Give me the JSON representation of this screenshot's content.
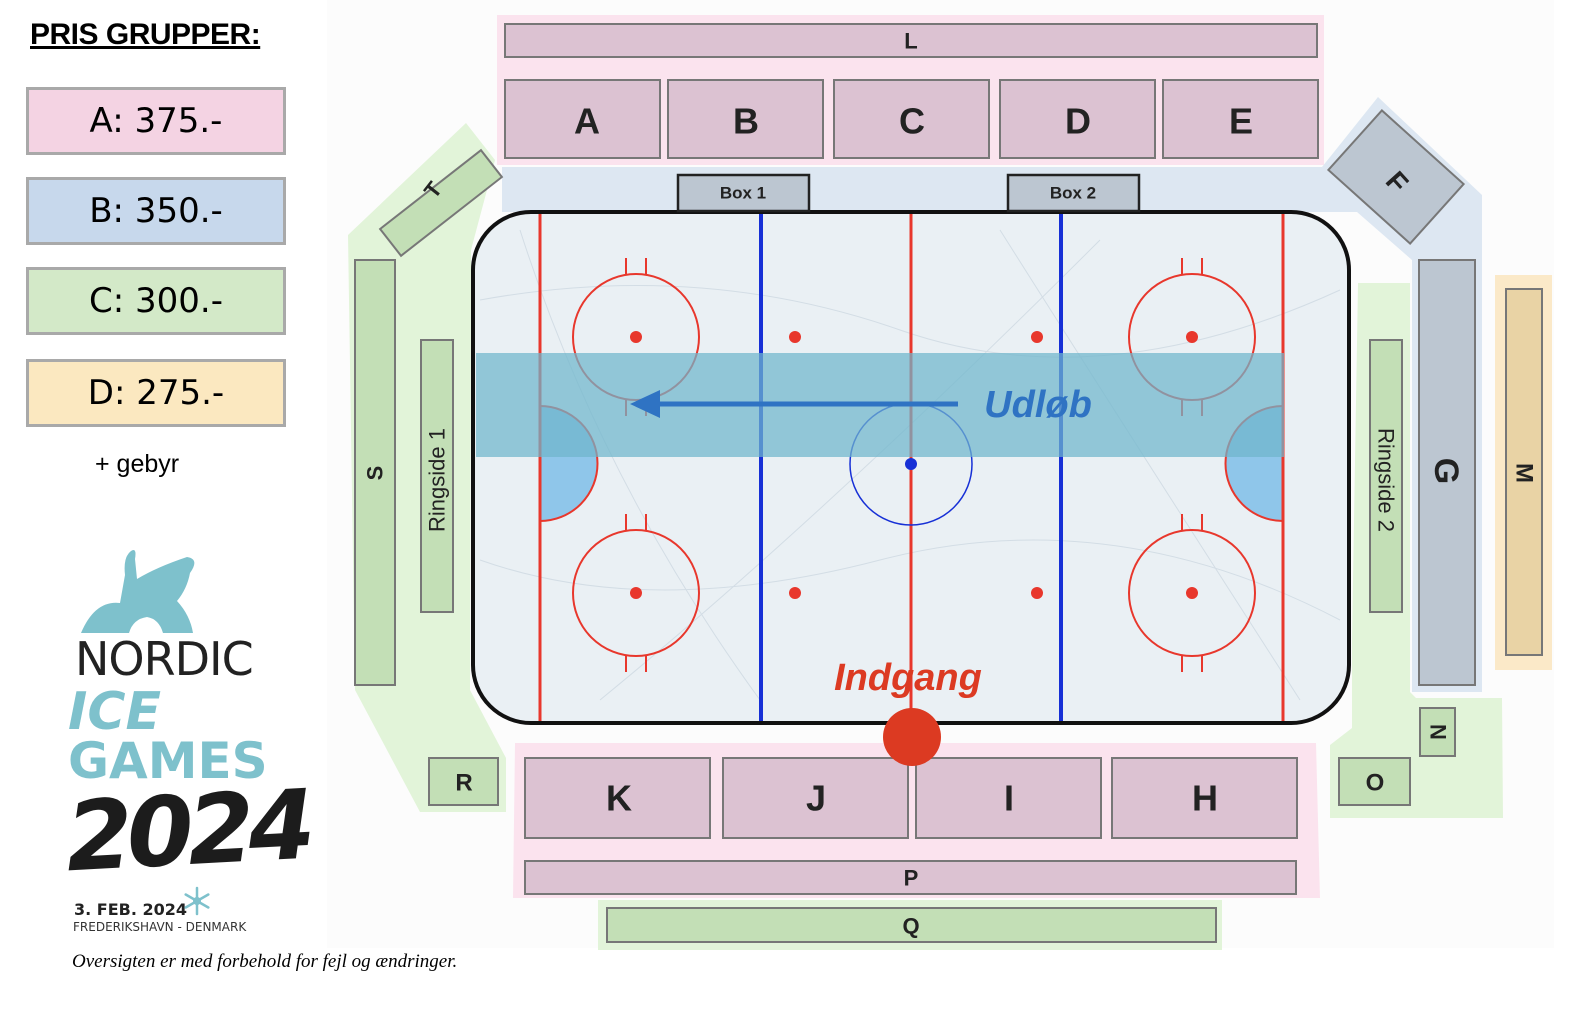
{
  "legend": {
    "title": "PRIS GRUPPER:",
    "groups": [
      {
        "label": "A: 375.-",
        "color": "#f4d3e3"
      },
      {
        "label": "B: 350.-",
        "color": "#c7d8ec"
      },
      {
        "label": "C: 300.-",
        "color": "#d3e9c8"
      },
      {
        "label": "D: 275.-",
        "color": "#fbe8c0"
      }
    ],
    "fee": "+ gebyr"
  },
  "logo": {
    "line1": "NORDIC",
    "line2": "ICE",
    "line3": "GAMES",
    "year": "2024",
    "date": "3. FEB. 2024",
    "location": "FREDERIKSHAVN - DENMARK"
  },
  "disclaimer": "Oversigten er med forbehold for fejl og ændringer.",
  "sections": {
    "A": "A",
    "B": "B",
    "C": "C",
    "D": "D",
    "E": "E",
    "F": "F",
    "G": "G",
    "H": "H",
    "I": "I",
    "J": "J",
    "K": "K",
    "L": "L",
    "M": "M",
    "N": "N",
    "O": "O",
    "P": "P",
    "Q": "Q",
    "R": "R",
    "S": "S",
    "T": "T"
  },
  "ringside": {
    "one": "Ringside 1",
    "two": "Ringside 2"
  },
  "boxes": {
    "one": "Box 1",
    "two": "Box 2"
  },
  "labels": {
    "exit": "Udløb",
    "entrance": "Indgang"
  },
  "colors": {
    "zone_pink": "#fbe3ee",
    "zone_blue": "#dde7f2",
    "zone_green": "#e2f4d9",
    "zone_orange": "#fbe9c8",
    "seat_mauve": "#dcc2d2",
    "seat_slate": "#bcc6d1",
    "seat_green": "#c3dfb6",
    "seat_tan": "#e9d3a5",
    "rink_line_red": "#e8372c",
    "rink_line_blue": "#1730d6",
    "exit_band": "#6fb6cc",
    "entrance_dot": "#dc3a22"
  }
}
